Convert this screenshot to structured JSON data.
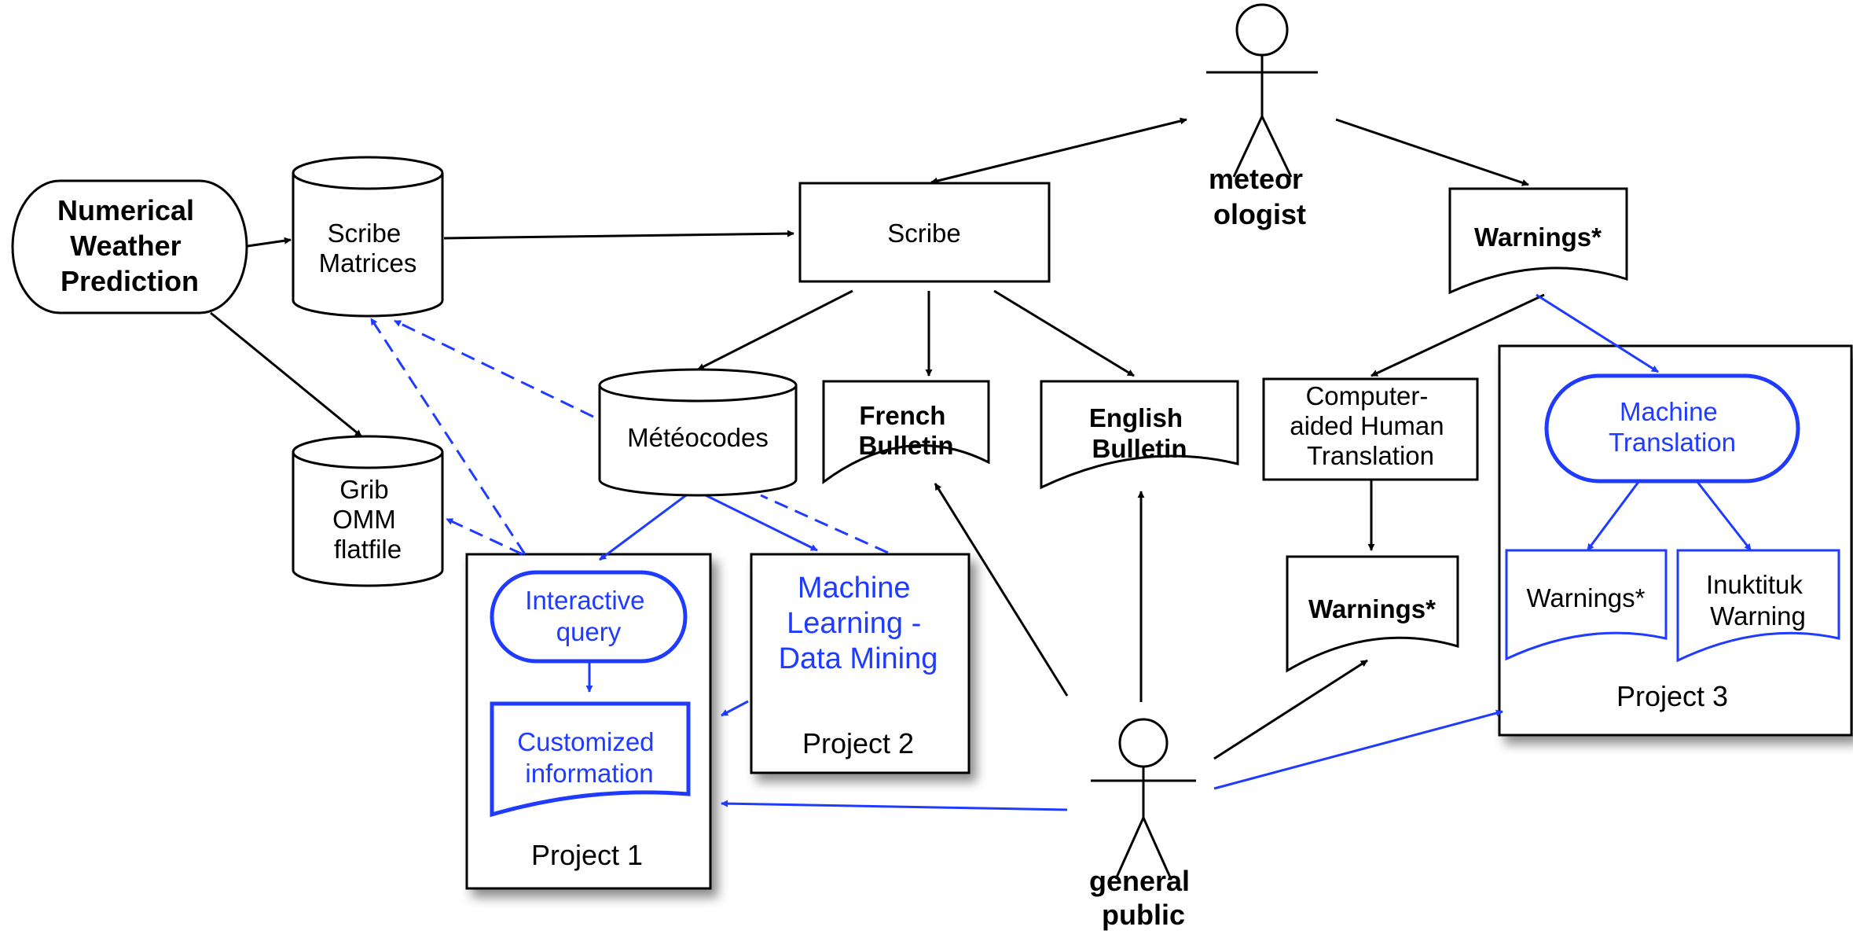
{
  "nodes": {
    "nwp": {
      "lines": [
        "Numerical",
        "Weather",
        "Prediction"
      ]
    },
    "scribe_matrices": {
      "lines": [
        "Scribe",
        "Matrices"
      ]
    },
    "grib": {
      "lines": [
        "Grib",
        "OMM",
        "flatfile"
      ]
    },
    "scribe": {
      "lines": [
        "Scribe"
      ]
    },
    "meteocodes": {
      "lines": [
        "Météocodes"
      ]
    },
    "french_bulletin": {
      "lines": [
        "French",
        "Bulletin"
      ]
    },
    "english_bulletin": {
      "lines": [
        "English",
        "Bulletin"
      ]
    },
    "meteorologist": {
      "lines": [
        "meteor",
        "ologist"
      ]
    },
    "warnings_top": {
      "lines": [
        "Warnings*"
      ]
    },
    "cat": {
      "lines": [
        "Computer-",
        "aided Human",
        "Translation"
      ]
    },
    "warnings_mid": {
      "lines": [
        "Warnings*"
      ]
    },
    "machine_translation": {
      "lines": [
        "Machine",
        "Translation"
      ]
    },
    "warnings_p3": {
      "lines": [
        "Warnings*"
      ]
    },
    "inuktituk": {
      "lines": [
        "Inuktituk",
        "Warning"
      ]
    },
    "project3": {
      "lines": [
        "Project 3"
      ]
    },
    "interactive_query": {
      "lines": [
        "Interactive",
        "query"
      ]
    },
    "customized_info": {
      "lines": [
        "Customized",
        "information"
      ]
    },
    "project1": {
      "lines": [
        "Project 1"
      ]
    },
    "ml_dm": {
      "lines": [
        "Machine",
        "Learning -",
        "Data Mining"
      ]
    },
    "project2": {
      "lines": [
        "Project 2"
      ]
    },
    "general_public": {
      "lines": [
        "general",
        "public"
      ]
    }
  },
  "colors": {
    "black": "#000000",
    "blue": "#1f3bff"
  }
}
